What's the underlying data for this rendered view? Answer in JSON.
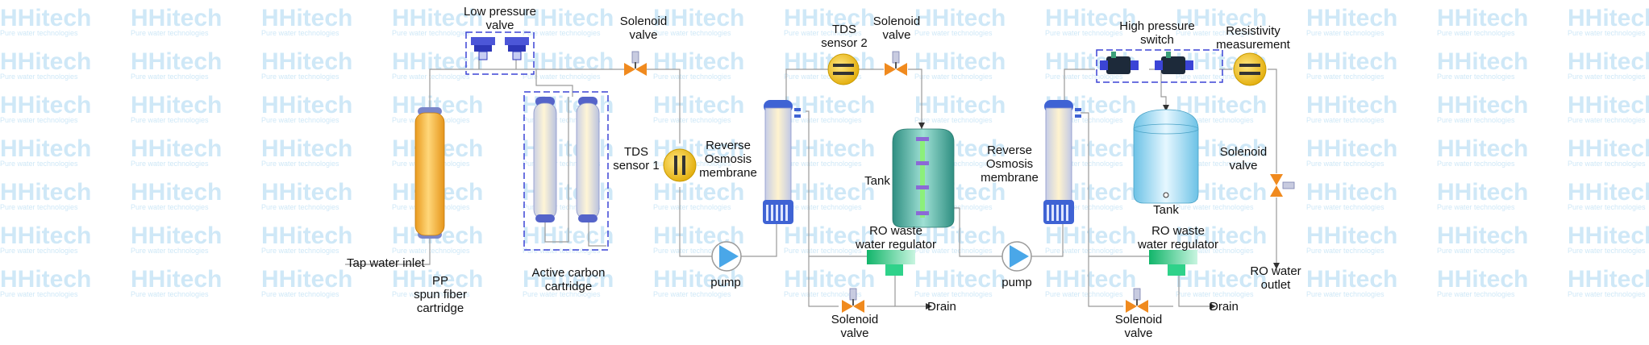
{
  "watermark": {
    "brand": "HHitech",
    "tagline": "Pure water technologies"
  },
  "labels": {
    "low_pressure_valve": [
      "Low pressure",
      "valve"
    ],
    "solenoid_valve_1": [
      "Solenoid",
      "valve"
    ],
    "tds_sensor_2": [
      "TDS",
      "sensor 2"
    ],
    "solenoid_valve_2": [
      "Solenoid",
      "valve"
    ],
    "high_pressure_switch": [
      "High pressure",
      "switch"
    ],
    "resistivity_measurement": [
      "Resistivity",
      "measurement"
    ],
    "tds_sensor_1": [
      "TDS",
      "sensor 1"
    ],
    "reverse_osmosis_1": [
      "Reverse",
      "Osmosis",
      "membrane"
    ],
    "tank_1": "Tank",
    "reverse_osmosis_2": [
      "Reverse",
      "Osmosis",
      "membrane"
    ],
    "tank_2": "Tank",
    "solenoid_valve_3": [
      "Solenoid",
      "valve"
    ],
    "tap_water_inlet": "Tap water inlet",
    "pp_cartridge": [
      "PP",
      "spun fiber",
      "cartridge"
    ],
    "active_carbon": [
      "Active carbon",
      "cartridge"
    ],
    "pump_1": "pump",
    "ro_waste_regulator_1": [
      "RO waste",
      "water regulator"
    ],
    "pump_2": "pump",
    "ro_waste_regulator_2": [
      "RO waste",
      "water regulator"
    ],
    "ro_water_outlet": [
      "RO water",
      "outlet"
    ],
    "drain_1": "Drain",
    "drain_2": "Drain",
    "solenoid_valve_4": [
      "Solenoid",
      "valve"
    ],
    "solenoid_valve_5": [
      "Solenoid",
      "valve"
    ]
  },
  "colors": {
    "pipe": "#9a9a9a",
    "dashed_box": "#3b44d6",
    "valve": "#f08a1e",
    "sensor": "#f2c21a",
    "pp_cartridge": "#f6b53e",
    "membrane": "#3f63d4",
    "tank_green": "#4aaa9b",
    "tank_blue": "#8fd3ee",
    "pump": "#4aa7e8",
    "regulator": "#2fd28a",
    "watermark": "#cfe8f7"
  },
  "icons": [
    "valve-icon",
    "tds-sensor-icon",
    "pump-icon",
    "cartridge-icon",
    "membrane-icon",
    "tank-icon",
    "pressure-switch-icon",
    "waste-regulator-icon"
  ]
}
